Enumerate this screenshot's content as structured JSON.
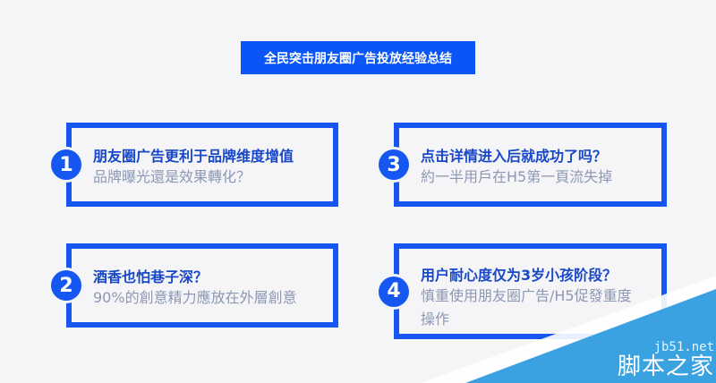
{
  "banner": {
    "title": "全民突击朋友圈广告投放经验总结"
  },
  "colors": {
    "accent": "#1557f0",
    "banner_bg": "#0a55f5",
    "title_text": "#1848c8",
    "sub_text": "#8c98b4",
    "background": "#f4f5f7",
    "watermark": "#3aa2e0"
  },
  "cards": [
    {
      "number": "1",
      "title": "朋友圈广告更利于品牌维度增值",
      "subtitle": "品牌曝光還是效果轉化？"
    },
    {
      "number": "2",
      "title": "酒香也怕巷子深？",
      "subtitle": "90%的創意精力應放在外層創意"
    },
    {
      "number": "3",
      "title": "点击详情进入后就成功了吗？",
      "subtitle": "約一半用戶在H5第一頁流失掉"
    },
    {
      "number": "4",
      "title": "用户耐心度仅为3岁小孩阶段？",
      "subtitle": "慎重使用朋友圈广告/H5促發重度操作"
    }
  ],
  "watermark": {
    "url": "jb51.net",
    "name": "脚本之家"
  }
}
